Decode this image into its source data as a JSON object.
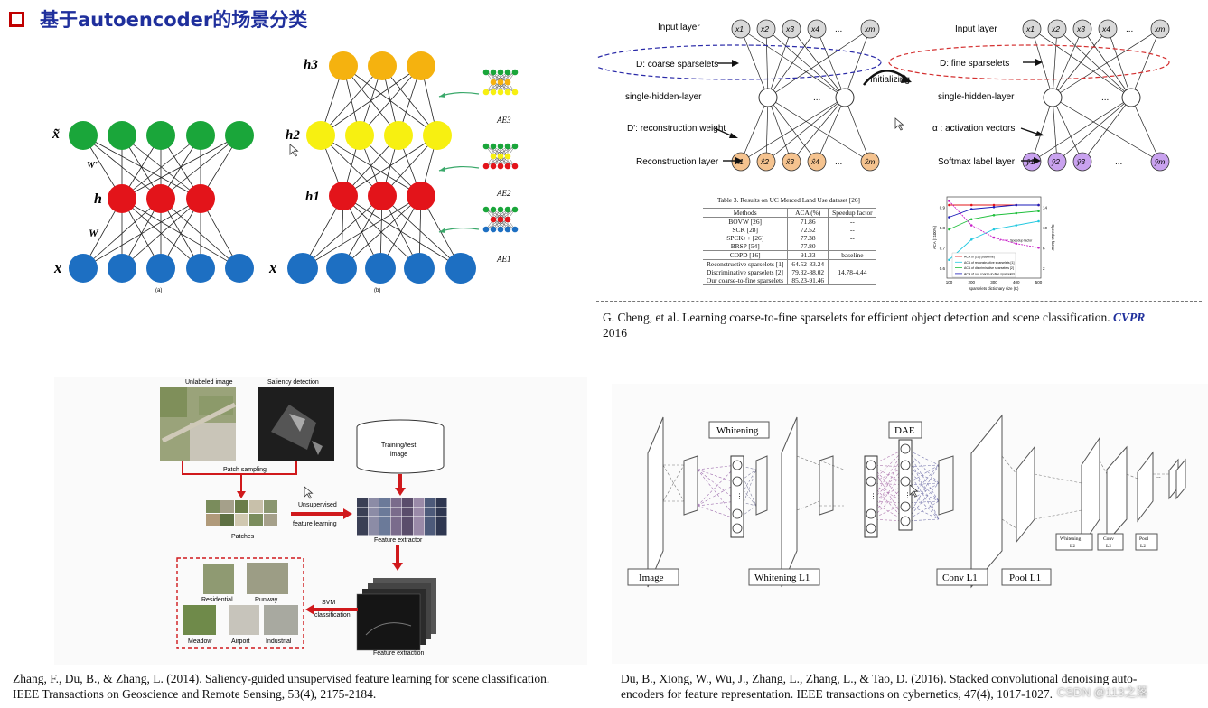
{
  "title": "基于autoencoder的场景分类",
  "watermark": "CSDN @113之落",
  "colors": {
    "title": "#1f2f9c",
    "bullet": "#c00000",
    "green": "#1aa63a",
    "red": "#e3141a",
    "blue": "#1d6fc2",
    "orange": "#f5b20f",
    "yellow": "#f7f011",
    "svm_arrow": "#d0191c",
    "cvpr": "#1f2f9c"
  },
  "panel_a": {
    "labels": {
      "xtilde": "x̃",
      "h": "h",
      "x": "x",
      "w_prime": "W'",
      "w": "W",
      "caption_a": "(a)",
      "caption_b": "(b)",
      "h1": "h1",
      "h2": "h2",
      "h3": "h3",
      "xb": "x"
    },
    "ae": [
      "AE3",
      "AE2",
      "AE1"
    ]
  },
  "panel_b": {
    "left": {
      "input": "Input layer",
      "d": "D: coarse sparselets",
      "hidden": "single-hidden-layer",
      "dprime": "D': reconstruction weight",
      "recon": "Reconstruction layer"
    },
    "middle": "Initializing",
    "right": {
      "input": "Input layer",
      "d": "D: fine sparselets",
      "hidden": "single-hidden-layer",
      "alpha": "α : activation vectors",
      "softmax": "Softmax label layer"
    },
    "nodes_x": [
      "x1",
      "x2",
      "x3",
      "x4",
      "...",
      "xm"
    ],
    "nodes_xhat": [
      "x̂1",
      "x̂2",
      "x̂3",
      "x̂4",
      "...",
      "x̂m"
    ],
    "nodes_yhat": [
      "ŷ1",
      "ŷ2",
      "ŷ3",
      "...",
      "ŷm"
    ],
    "table": {
      "caption": "Table 3. Results on UC Merced Land Use dataset [26]",
      "headers": [
        "Methods",
        "ACA (%)",
        "Speedup factor"
      ],
      "rows": [
        [
          "BOVW [26]",
          "71.86",
          "--"
        ],
        [
          "SCK [28]",
          "72.52",
          "--"
        ],
        [
          "SPCK++ [26]",
          "77.38",
          "--"
        ],
        [
          "BRSP [54]",
          "77.80",
          "--"
        ],
        [
          "COPD [16]",
          "91.33",
          "baseline"
        ],
        [
          "Reconstructive sparselets [1]",
          "64.52-83.24",
          ""
        ],
        [
          "Discriminative sparselets [2]",
          "79.32-88.02",
          "14.78-4.44"
        ],
        [
          "Our coarse-to-fine sparselets",
          "85.23-91.46",
          ""
        ]
      ]
    },
    "citation_main": "G. Cheng, et al. Learning coarse-to-fine sparselets for efficient object detection and scene classification.",
    "citation_venue": "CVPR",
    "citation_year": "2016"
  },
  "chart_data": {
    "type": "line",
    "title": "",
    "xlabel": "sparselets dictionary size (K)",
    "ylabel": "ACA (×100%)",
    "ylabel_right": "Speedup factor",
    "x": [
      100,
      200,
      300,
      400,
      500
    ],
    "xlim": [
      90,
      510
    ],
    "ylim": [
      0.55,
      0.95
    ],
    "yticks": [
      0.6,
      0.7,
      0.8,
      0.9
    ],
    "yticks_right": [
      2,
      6,
      10,
      14
    ],
    "xticks": [
      100,
      200,
      300,
      400,
      500
    ],
    "series": [
      {
        "name": "ACA of [16] (baseline)",
        "color": "#e3141a",
        "values": [
          0.91,
          0.91,
          0.91,
          0.91,
          0.91
        ]
      },
      {
        "name": "ACA of reconstructive sparselets [1]",
        "color": "#22c8e0",
        "values": [
          0.64,
          0.74,
          0.79,
          0.81,
          0.83
        ]
      },
      {
        "name": "ACA of discriminative sparselets [2]",
        "color": "#1fbf3c",
        "values": [
          0.79,
          0.84,
          0.86,
          0.87,
          0.88
        ]
      },
      {
        "name": "ACA of our coarse-to-fine sparselets",
        "color": "#1a1ab8",
        "values": [
          0.85,
          0.89,
          0.9,
          0.91,
          0.91
        ]
      },
      {
        "name": "Speedup factor",
        "color": "#c81ec8",
        "values": [
          0.93,
          0.81,
          0.75,
          0.72,
          0.7
        ]
      }
    ]
  },
  "panel_c": {
    "unlabeled": "Unlabeled image",
    "saliency": "Saliency detection",
    "patch_sampling": "Patch sampling",
    "patches": "Patches",
    "unsupervised": "Unsupervised",
    "feature_learning": "feature learning",
    "training_test": "Training/test",
    "image": "image",
    "feature_extractor": "Feature extractor",
    "svm": "SVM",
    "classification": "classification",
    "feature_extraction": "Feature extraction",
    "classes": [
      "Residential",
      "Runway",
      "Meadow",
      "Airport",
      "Industrial"
    ],
    "citation_1": "Zhang, F., Du, B., & Zhang, L. (2014). Saliency-guided unsupervised feature learning for scene classification.",
    "citation_2": "IEEE Transactions on Geoscience and Remote Sensing, 53(4), 2175-2184."
  },
  "panel_d": {
    "whitening": "Whitening",
    "dae": "DAE",
    "image": "Image",
    "whitening_l1": "Whitening L1",
    "conv_l1": "Conv L1",
    "pool_l1": "Pool L1",
    "whitening_l2": [
      "Whitening",
      "L2"
    ],
    "conv_l2": [
      "Conv",
      "L2"
    ],
    "pool_l2": [
      "Pool",
      "L2"
    ],
    "citation_1": "Du, B., Xiong, W., Wu, J., Zhang, L., Zhang, L., & Tao, D. (2016). Stacked convolutional denoising auto-",
    "citation_2": "encoders for feature representation. IEEE transactions on cybernetics, 47(4), 1017-1027."
  }
}
